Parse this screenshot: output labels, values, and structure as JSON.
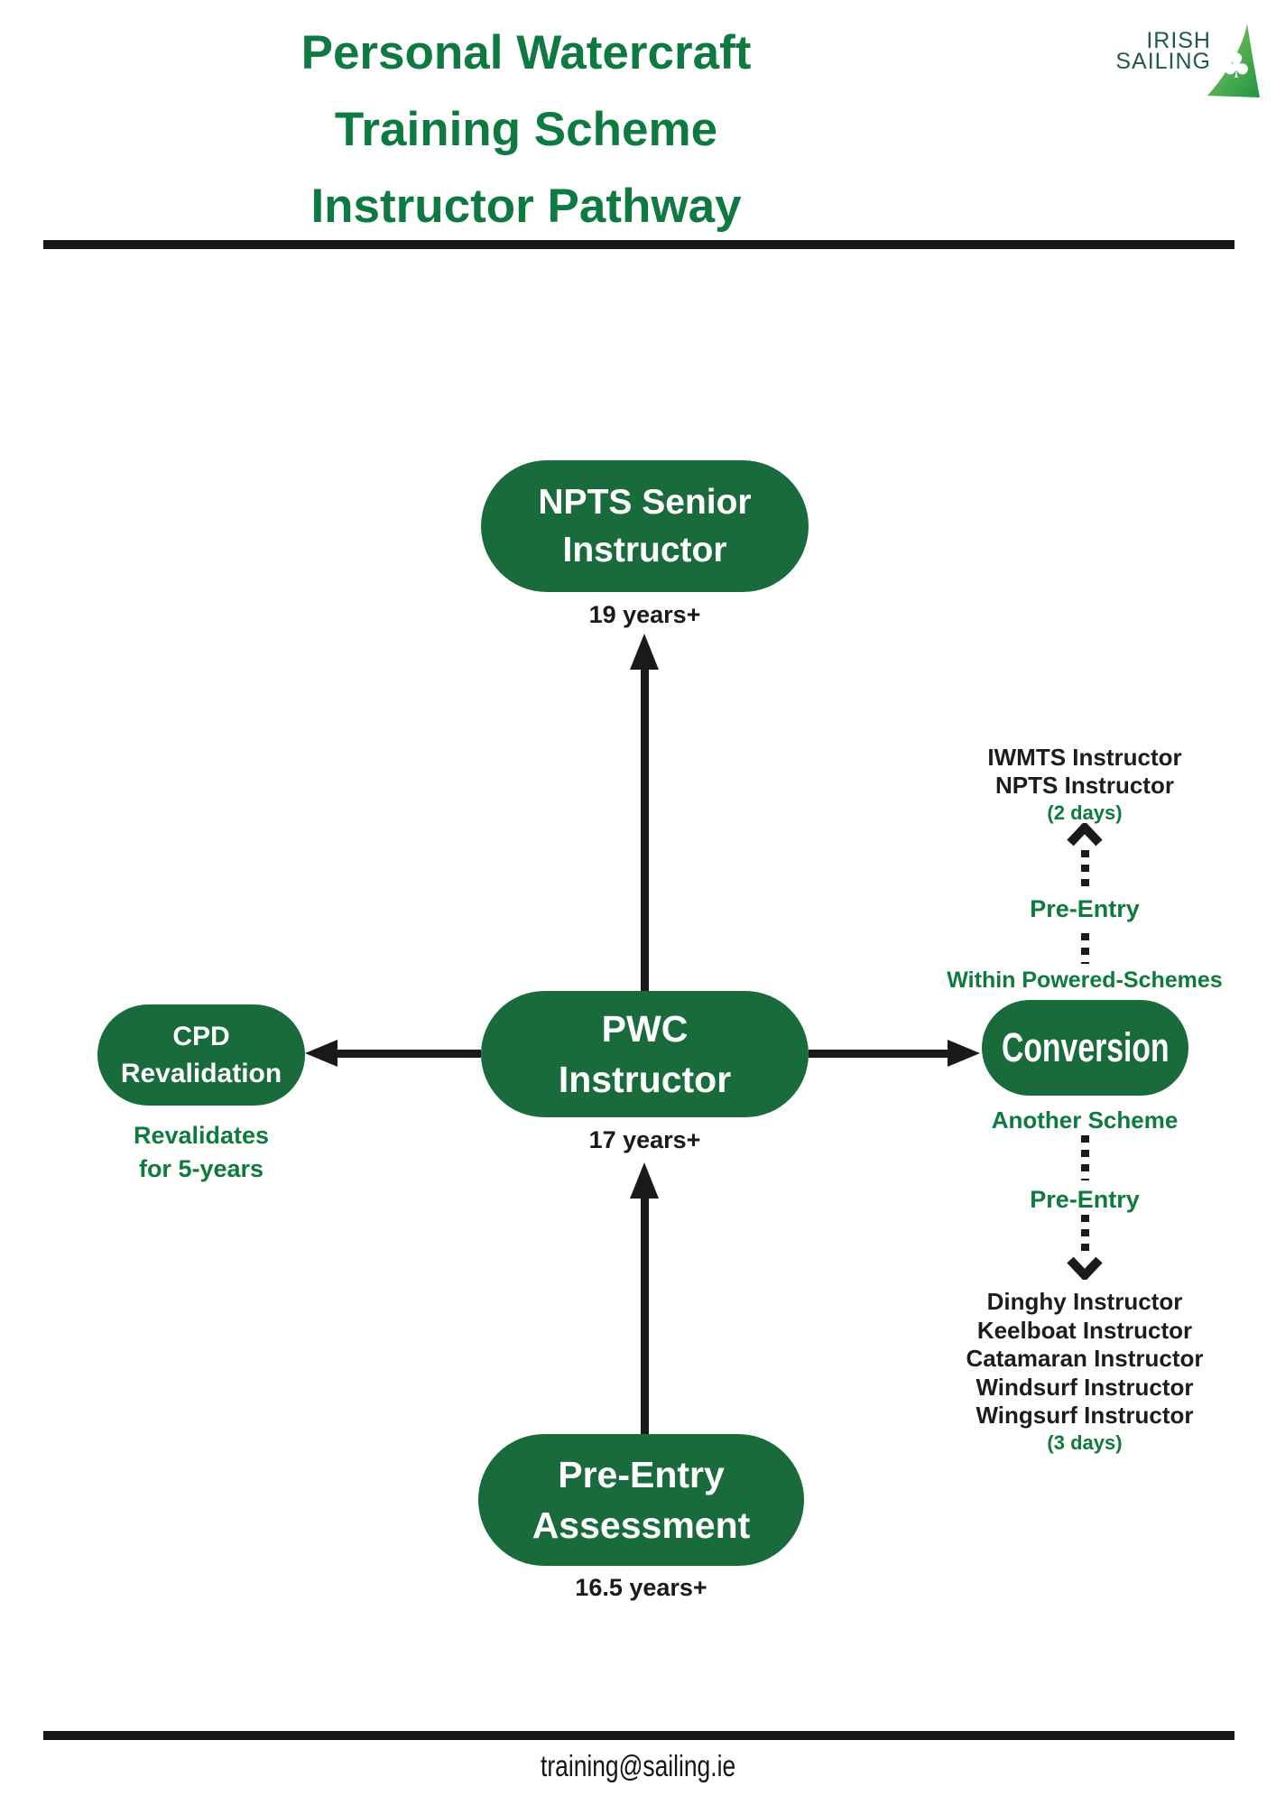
{
  "header": {
    "title_line1": "Personal Watercraft",
    "title_line2": "Training Scheme",
    "title_line3": "Instructor Pathway",
    "logo_line1": "IRISH",
    "logo_line2": "SAILING",
    "logo_shamrock": "♣"
  },
  "colors": {
    "title_green": "#0e7a41",
    "box_green": "#1a6b3c",
    "label_green": "#0f7a3d",
    "line_black": "#1a1a1a",
    "sail_light": "#79c24d",
    "sail_dark": "#1f9544"
  },
  "nodes": {
    "npts_senior": {
      "line1": "NPTS Senior",
      "line2": "Instructor",
      "age": "19 years+"
    },
    "pwc": {
      "line1": "PWC",
      "line2": "Instructor",
      "age": "17 years+"
    },
    "cpd": {
      "line1": "CPD",
      "line2": "Revalidation",
      "note_line1": "Revalidates",
      "note_line2": "for 5-years"
    },
    "conversion": {
      "label": "Conversion",
      "above_label": "Within Powered-Schemes",
      "below_label": "Another Scheme"
    },
    "pre_entry_assessment": {
      "line1": "Pre-Entry",
      "line2": "Assessment",
      "age": "16.5 years+"
    }
  },
  "conversion_up": {
    "items": [
      "IWMTS Instructor",
      "NPTS Instructor"
    ],
    "duration": "(2 days)",
    "path_label": "Pre-Entry"
  },
  "conversion_down": {
    "items": [
      "Dinghy Instructor",
      "Keelboat Instructor",
      "Catamaran Instructor",
      "Windsurf Instructor",
      "Wingsurf Instructor"
    ],
    "duration": "(3 days)",
    "path_label": "Pre-Entry"
  },
  "footer": {
    "email": "training@sailing.ie"
  }
}
